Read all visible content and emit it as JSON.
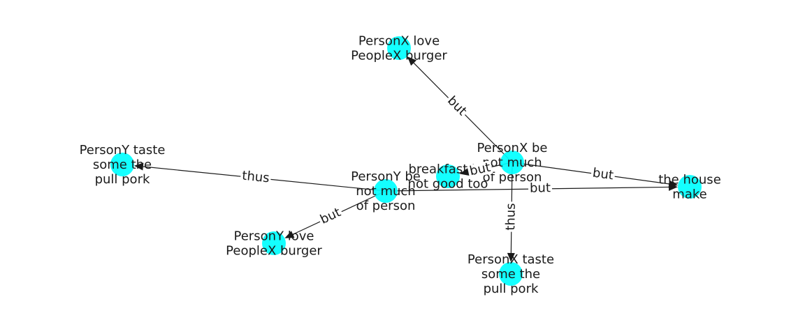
{
  "graph": {
    "node_color": "#00ffff",
    "edge_color": "#1a1a1a",
    "nodes": [
      {
        "id": "n_love_x",
        "label": [
          "PersonX love",
          "PeopleX burger"
        ]
      },
      {
        "id": "n_taste_y",
        "label": [
          "PersonY taste",
          "some the",
          "pull pork"
        ]
      },
      {
        "id": "n_be_x",
        "label": [
          "PersonX be",
          "not much",
          "of person"
        ]
      },
      {
        "id": "n_breakfast",
        "label": [
          "breakfast be",
          "not good too"
        ]
      },
      {
        "id": "n_be_y",
        "label": [
          "PersonY be",
          "not much",
          "of person"
        ]
      },
      {
        "id": "n_house",
        "label": [
          "the house",
          "make"
        ]
      },
      {
        "id": "n_love_y",
        "label": [
          "PersonY love",
          "PeopleX burger"
        ]
      },
      {
        "id": "n_taste_x",
        "label": [
          "PersonX taste",
          "some the",
          "pull pork"
        ]
      }
    ],
    "edges": [
      {
        "source": "n_be_x",
        "target": "n_love_x",
        "label": "but"
      },
      {
        "source": "n_be_x",
        "target": "n_house",
        "label": "but"
      },
      {
        "source": "n_be_x",
        "target": "n_taste_x",
        "label": "thus"
      },
      {
        "source": "n_be_x",
        "target": "n_breakfast",
        "label": "but"
      },
      {
        "source": "n_be_y",
        "target": "n_taste_y",
        "label": "thus"
      },
      {
        "source": "n_be_y",
        "target": "n_love_y",
        "label": "but"
      },
      {
        "source": "n_be_y",
        "target": "n_house",
        "label": "but"
      }
    ]
  }
}
